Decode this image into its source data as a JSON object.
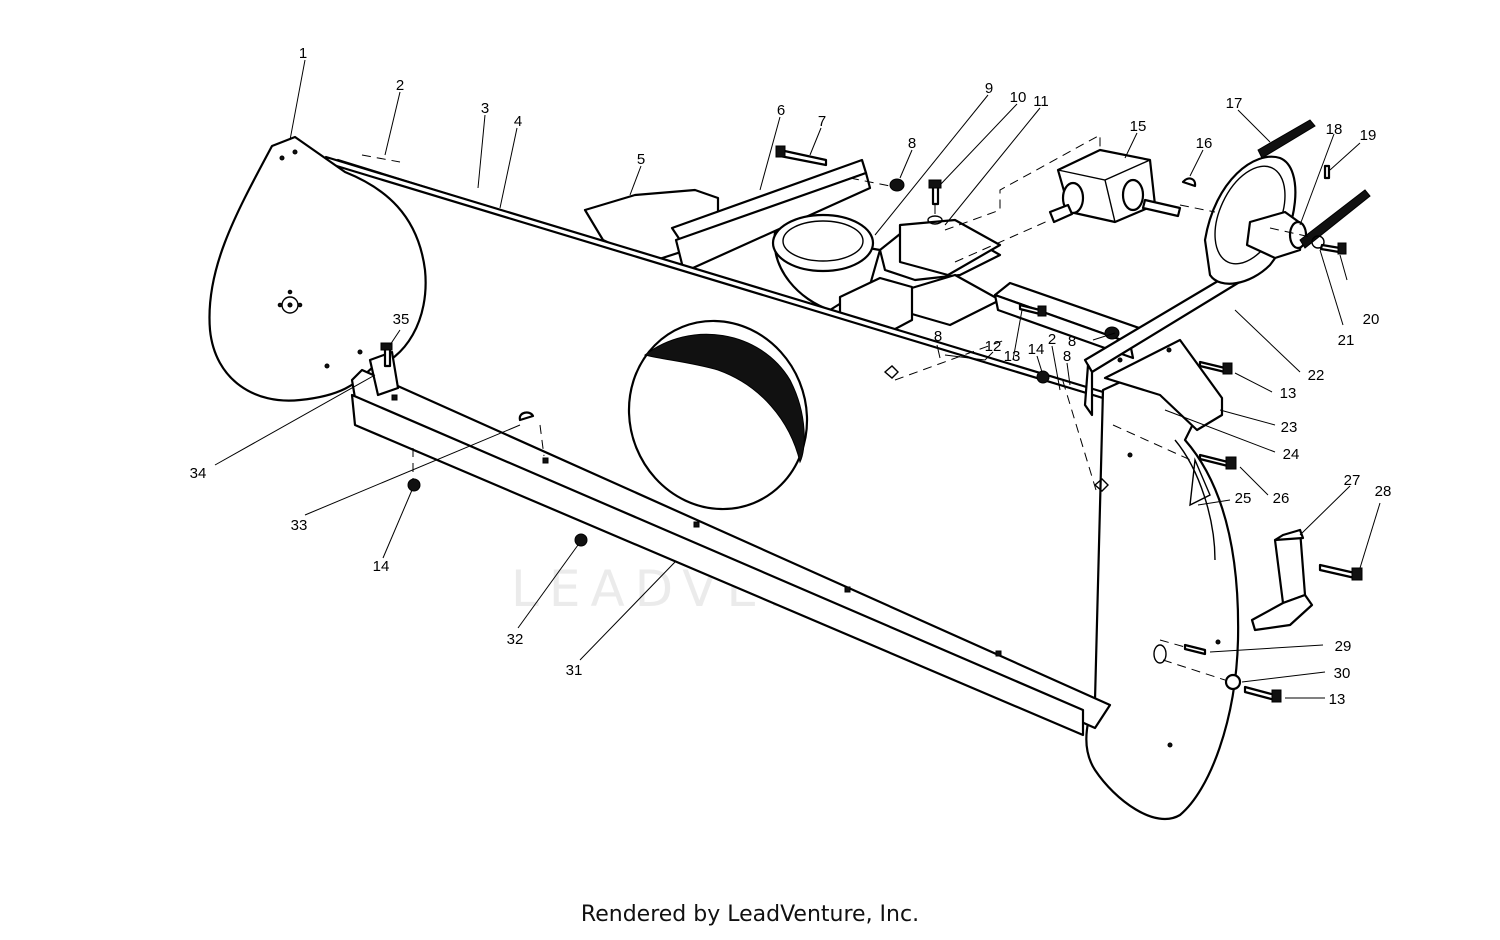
{
  "watermark": "LEADVENTURE",
  "footer": "Rendered by LeadVenture, Inc.",
  "callouts": [
    "1",
    "2",
    "3",
    "4",
    "5",
    "6",
    "7",
    "8",
    "9",
    "10",
    "11",
    "15",
    "16",
    "17",
    "18",
    "19",
    "8",
    "20",
    "21",
    "8",
    "12",
    "13",
    "14",
    "2",
    "8",
    "22",
    "13",
    "23",
    "24",
    "26",
    "25",
    "27",
    "28",
    "35",
    "34",
    "33",
    "14",
    "32",
    "31",
    "29",
    "30",
    "13"
  ]
}
